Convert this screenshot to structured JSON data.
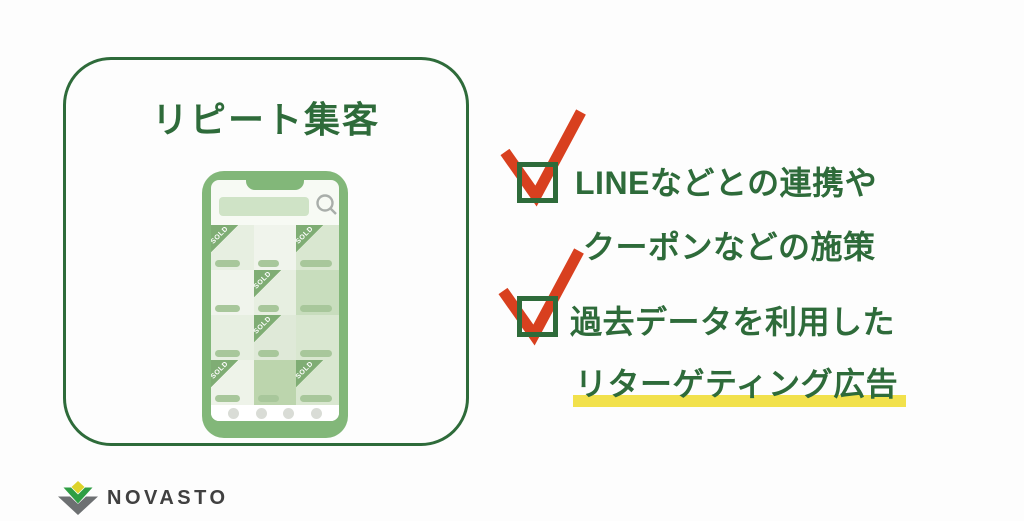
{
  "colors": {
    "background": "#fdfdfd",
    "green_dark": "#2e6b3a",
    "check_red": "#d8401f",
    "highlight_yellow": "#f2e14c",
    "phone_frame": "#82b779",
    "phone_screen": "#f7faf4",
    "search_bar": "#cfe3c6",
    "search_icon_gray": "#a9aeaa",
    "sold_banner": "#7fad74",
    "tile_bar": "#a8c79b",
    "nav_dot": "#d9dcd6",
    "logo_text": "#404040",
    "logo_gray": "#6d7072",
    "logo_green": "#2f9e44",
    "logo_yellow": "#ddd32a"
  },
  "panel": {
    "title": "リピート集客"
  },
  "phone": {
    "sold_label": "SOLD",
    "nav_dots": 4,
    "icons": {
      "search": "magnifier"
    },
    "grid": [
      [
        {
          "shade": "#e7efe1",
          "sold": true
        },
        {
          "shade": "#f0f4ec",
          "sold": false
        },
        {
          "shade": "#d9e7d0",
          "sold": true
        }
      ],
      [
        {
          "shade": "#f0f4ec",
          "sold": false
        },
        {
          "shade": "#e7efe1",
          "sold": true
        },
        {
          "shade": "#c8ddbd",
          "sold": false
        }
      ],
      [
        {
          "shade": "#e7efe1",
          "sold": false
        },
        {
          "shade": "#dfe9d8",
          "sold": true
        },
        {
          "shade": "#d9e7d0",
          "sold": false
        }
      ],
      [
        {
          "shade": "#eef3e9",
          "sold": true
        },
        {
          "shade": "#bcd5ad",
          "sold": false
        },
        {
          "shade": "#d9e7d0",
          "sold": true
        }
      ]
    ]
  },
  "checklist": [
    {
      "checked": true,
      "lines": [
        "LINEなどとの連携や",
        "クーポンなどの施策"
      ]
    },
    {
      "checked": true,
      "lines": [
        "過去データを利用した",
        "リターゲティング広告"
      ],
      "highlighted_line": 1
    }
  ],
  "footer": {
    "brand": "NOVASTO"
  }
}
